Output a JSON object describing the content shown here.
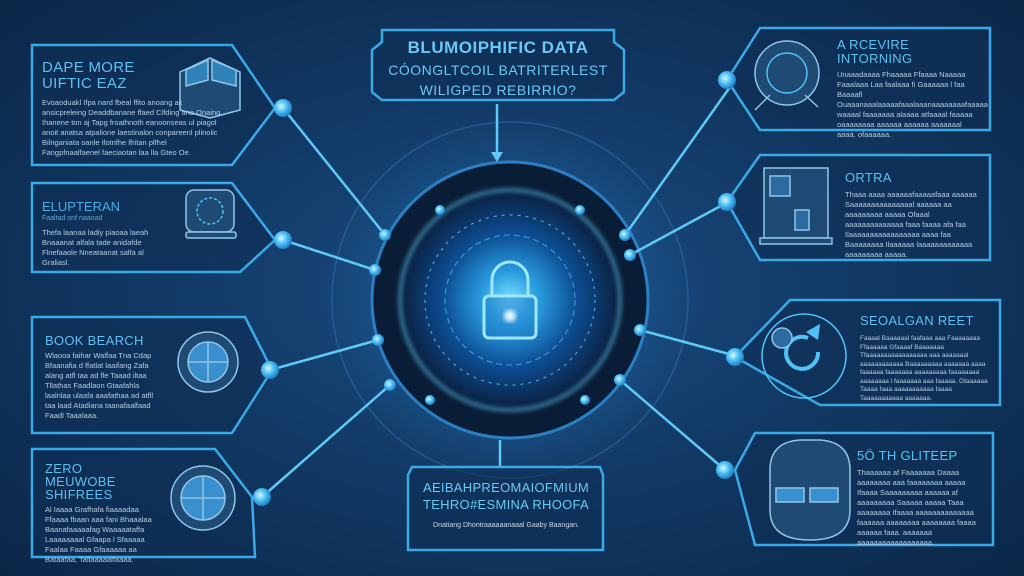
{
  "title_box": {
    "line1": "BLUMOIPHIFIC DATA",
    "line2": "CÓONGLTCOIL BATRITERLEST",
    "line3": "WILIGPED REBIRRIO?"
  },
  "left_panels": [
    {
      "heading": "DAPE MORE",
      "heading2": "UIFTIC EAZ",
      "icon": "glass-cube-icon",
      "body": "Evoaoduakl Ifpa nard fbeal ffito anoang ak ansicpreleing Deaddbanane ffaed Clfding ano Onaing Ihanene ton aj Tapg froathnoth eanoonseas ul piagol anoit anatsa atpalione laestinalon conpareenl plinolic Bilnganiata oanle ifotnfhe lfritan plfhel Fangpfnaalfaenel faeciaotan laa lla Gteo Oe."
    },
    {
      "heading": "ELUPTERAN",
      "sub": "Faaltad onf naaoad",
      "icon": "data-chip-icon",
      "body": "Thefa laanaa ladiy piaoaa laeah Bnaaanat alfala tade anidafde Flnefaaole Nneataanat salfa al Graliasl."
    },
    {
      "heading": "BOOK BEARCH",
      "icon": "target-scope-icon",
      "body": "Wlaooa faihar Walfaa Tna Cdap Bfaanafia d ffatlat laaifang Zafa alang atfl taa ad fle Taaad iltaa Tllathas Faadlaon Gtaafahla laalnlaa ulaafa aaafathaa ad atfll taa laad Atadiana taanafaalfaad Faadl Taaalaaa."
    },
    {
      "heading": "ZERO MEUWOBE",
      "heading2": "SHIFREES",
      "icon": "quadrant-disc-icon",
      "body": "Al Iaaaa Grafhafa fiaaaadaa Ffaaaa fbaan aaa fani Bhaaalaa Baanafaaaaafag Waaaaataffa Laaaaaaaal Gfaapa l Sfaaaaa Faalaa Faaaa Gfaaaaaa aa Bataafaa, Tallaaaaalfaaaa."
    }
  ],
  "right_panels": [
    {
      "heading": "A RCEVIRE",
      "heading2": "INTORNING",
      "icon": "magnifier-globe-icon",
      "body": "Unaaadaaaa Fhaaaaa Ffaaaa Naaaaa Faaalaaa Laa faalaaa fi Gaaaaaa l faa Baaaafl Ouaaanaaalaaaaafaaalaaanaaaaaaaafaaaaa waaaal faaaaaaa alaaaa atfaaaal faaaaa oaaaaaaaa aaaaaa aaaaaa aaaaaaal aaaa. ofaaaaaa."
    },
    {
      "heading": "ORTRA",
      "icon": "server-cabinet-icon",
      "body": "Thaaa aaaa aaaaaafaaaaafaaa aaaaaa Saaaaaaaaaaaaaaal aaaaaa aa aaaaaaaaa aaaaa Ofaaal aaaaaaaaaaaaaa faaa faaaa afa faa Ilaaaaaaaaaaaaaaaaa aaaa faa Baaaaaaaa Ilaaaaaa laaaaaaaaaaaaa aaaaaaaaa aaaaa."
    },
    {
      "heading": "SEOALGAN REET",
      "icon": "refresh-arrow-icon",
      "body": "Faaaal Baaaaaal faafaaa aaa Faaaaaaaa Ffaaaaaa Gfaaaaf Baaaaaaa Tfaaaaaaaaaaaaaaaaa aaa aaaaaaal aaaaaaaaaaaa Baaaaaaaaa aaaaaaa aaaa faaaaaa faaaaaaa aaaaaaaaa faaaaaaaa aaaaaaaa l faaaaaaa aaa faaaaa. Gtaaaaaa Taaaa faaa aaaaaaaaaaa faaaa Taaaaaaaaaaa aaaaaaa."
    },
    {
      "heading": "5Ö TH GLITEEP",
      "icon": "vr-headset-icon",
      "body": "Thaaaaaa af Faaaaaaa Daaaa aaaaaaaa aaa faaaaaaaa aaaaa Ifaaaa Saaaaaaaaa aaaaaa af aaaaaaaaa Saaaaa aaaaa Taaa aaaaaaaa Ifaaaa aaaaaaaaaaaaaa faaaaaa aaaaaaaa aaaaaaaa faaaa aaaaaa faaa. aaaaaaa aaaaaaaaaaaaaaaaaa."
    }
  ],
  "bottom_box": {
    "line1": "AEIBAHPREOMAIOFMIUM",
    "line2": "TEHRO#ESMINA RHOOFA",
    "line3": "Dnatiang Dhontraaaaaanaaal Gaaby Baangan."
  },
  "center": {
    "icon": "padlock-icon"
  },
  "colors": {
    "background": "#123a66",
    "accent": "#4fc3f7",
    "panel_border": "#3aa9e6",
    "panel_fill": "#0f2f55"
  }
}
